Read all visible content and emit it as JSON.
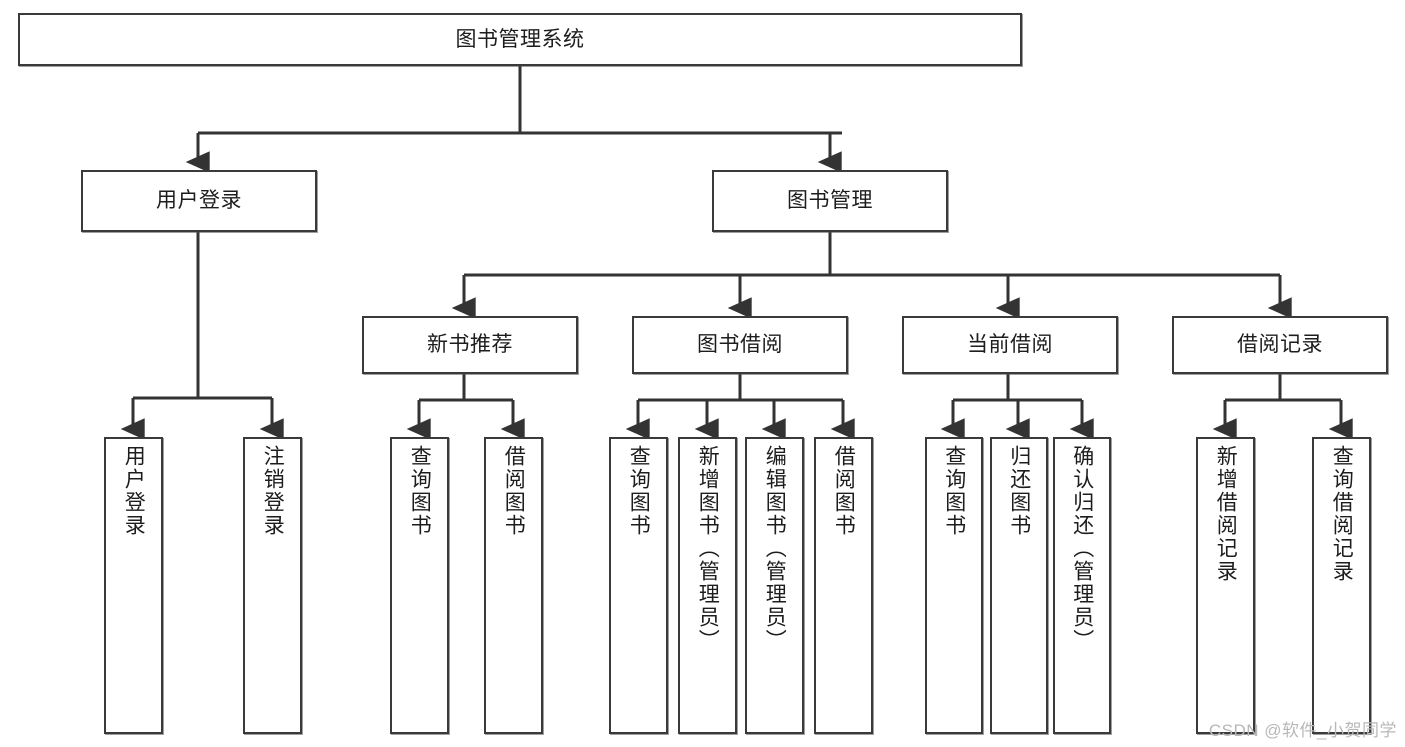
{
  "diagram": {
    "title": "图书管理系统",
    "type": "tree",
    "watermark": "CSDN @软件_小贺同学",
    "colors": {
      "box_border": "#3a3a3a",
      "box_fill": "#ffffff",
      "connector": "#333333",
      "text": "#1d1d1d",
      "watermark": "#b8b8b8"
    },
    "levels": {
      "root": {
        "label": "图书管理系统",
        "orientation": "horizontal"
      },
      "level2": [
        {
          "label": "用户登录",
          "orientation": "horizontal"
        },
        {
          "label": "图书管理",
          "orientation": "horizontal"
        }
      ],
      "level3": [
        {
          "label": "新书推荐",
          "orientation": "horizontal"
        },
        {
          "label": "图书借阅",
          "orientation": "horizontal"
        },
        {
          "label": "当前借阅",
          "orientation": "horizontal"
        },
        {
          "label": "借阅记录",
          "orientation": "horizontal"
        }
      ],
      "leaves": [
        {
          "label": "用户登录",
          "parent": "用户登录",
          "orientation": "vertical"
        },
        {
          "label": "注销登录",
          "parent": "用户登录",
          "orientation": "vertical"
        },
        {
          "label": "查询图书",
          "parent": "新书推荐",
          "orientation": "vertical"
        },
        {
          "label": "借阅图书",
          "parent": "新书推荐",
          "orientation": "vertical"
        },
        {
          "label": "查询图书",
          "parent": "图书借阅",
          "orientation": "vertical"
        },
        {
          "label": "新增图书（管理员）",
          "parent": "图书借阅",
          "orientation": "vertical"
        },
        {
          "label": "编辑图书（管理员）",
          "parent": "图书借阅",
          "orientation": "vertical"
        },
        {
          "label": "借阅图书",
          "parent": "图书借阅",
          "orientation": "vertical"
        },
        {
          "label": "查询图书",
          "parent": "当前借阅",
          "orientation": "vertical"
        },
        {
          "label": "归还图书",
          "parent": "当前借阅",
          "orientation": "vertical"
        },
        {
          "label": "确认归还（管理员）",
          "parent": "当前借阅",
          "orientation": "vertical"
        },
        {
          "label": "新增借阅记录",
          "parent": "借阅记录",
          "orientation": "vertical"
        },
        {
          "label": "查询借阅记录",
          "parent": "借阅记录",
          "orientation": "vertical"
        }
      ]
    }
  }
}
